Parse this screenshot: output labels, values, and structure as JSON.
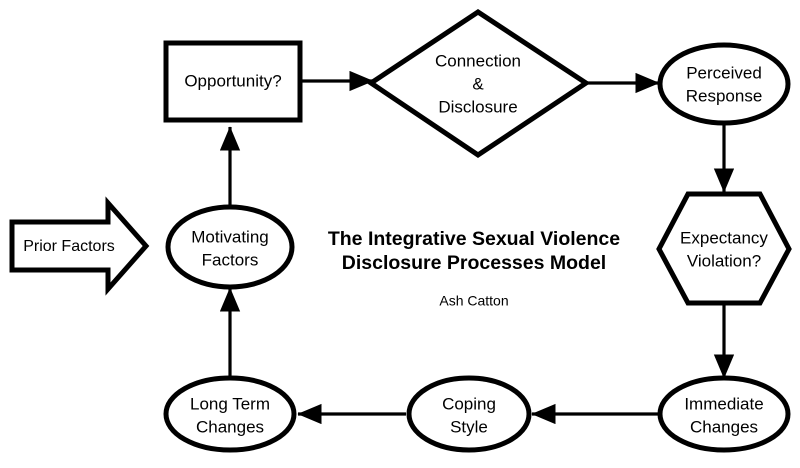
{
  "diagram": {
    "title_lines": [
      "The Integrative Sexual Violence",
      "Disclosure Processes Model"
    ],
    "author": "Ash Catton",
    "background_color": "#ffffff",
    "stroke_color": "#000000",
    "nodes": [
      {
        "id": "prior-factors",
        "shape": "block-arrow",
        "label": "Prior Factors"
      },
      {
        "id": "motivating-factors",
        "shape": "ellipse",
        "label_line_1": "Motivating",
        "label_line_2": "Factors"
      },
      {
        "id": "opportunity",
        "shape": "rectangle",
        "label": "Opportunity?"
      },
      {
        "id": "connection-disclosure",
        "shape": "diamond",
        "label_line_1": "Connection",
        "label_line_2": "&",
        "label_line_3": "Disclosure"
      },
      {
        "id": "perceived-response",
        "shape": "ellipse",
        "label_line_1": "Perceived",
        "label_line_2": "Response"
      },
      {
        "id": "expectancy-violation",
        "shape": "hexagon",
        "label_line_1": "Expectancy",
        "label_line_2": "Violation?"
      },
      {
        "id": "immediate-changes",
        "shape": "ellipse",
        "label_line_1": "Immediate",
        "label_line_2": "Changes"
      },
      {
        "id": "coping-style",
        "shape": "ellipse",
        "label_line_1": "Coping",
        "label_line_2": "Style"
      },
      {
        "id": "long-term-changes",
        "shape": "ellipse",
        "label_line_1": "Long Term",
        "label_line_2": "Changes"
      }
    ],
    "edges": [
      {
        "id": "edge-motivating-to-opportunity",
        "from": "motivating-factors",
        "to": "opportunity",
        "direction": "up"
      },
      {
        "id": "edge-opportunity-to-connection",
        "from": "opportunity",
        "to": "connection-disclosure",
        "direction": "right"
      },
      {
        "id": "edge-connection-to-perceived",
        "from": "connection-disclosure",
        "to": "perceived-response",
        "direction": "right"
      },
      {
        "id": "edge-perceived-to-expectancy",
        "from": "perceived-response",
        "to": "expectancy-violation",
        "direction": "down"
      },
      {
        "id": "edge-expectancy-to-immediate",
        "from": "expectancy-violation",
        "to": "immediate-changes",
        "direction": "down"
      },
      {
        "id": "edge-immediate-to-coping",
        "from": "immediate-changes",
        "to": "coping-style",
        "direction": "left"
      },
      {
        "id": "edge-coping-to-longterm",
        "from": "coping-style",
        "to": "long-term-changes",
        "direction": "left"
      },
      {
        "id": "edge-longterm-to-motivating",
        "from": "long-term-changes",
        "to": "motivating-factors",
        "direction": "up"
      }
    ]
  }
}
